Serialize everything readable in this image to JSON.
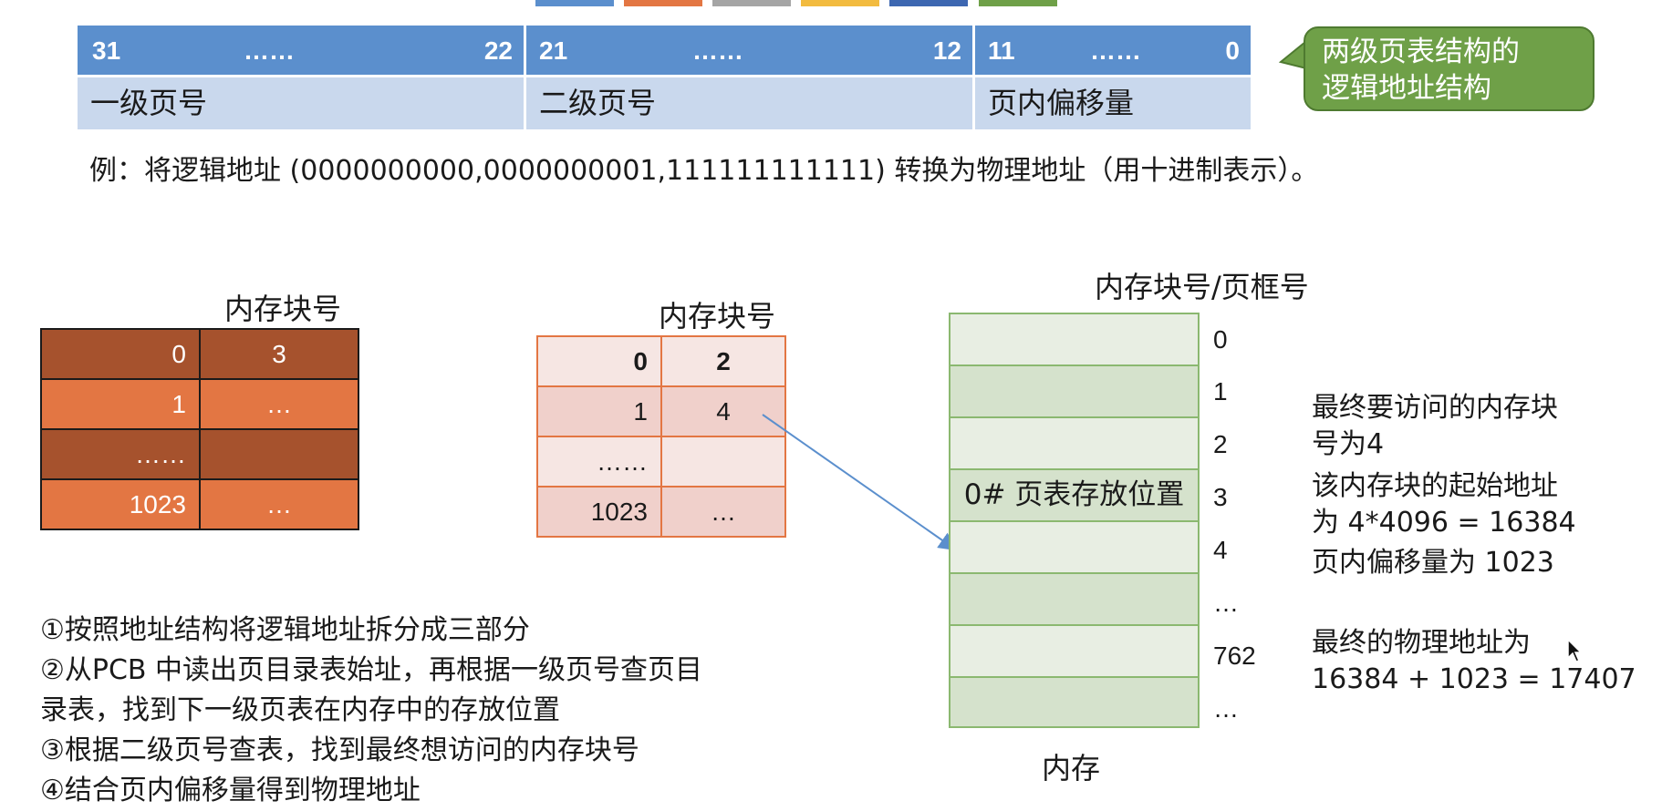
{
  "palette": [
    "#5b8fcd",
    "#e37643",
    "#a5a5a5",
    "#f2bb3f",
    "#3d67b1",
    "#6fa048"
  ],
  "address_structure": {
    "fields": [
      {
        "hi": "31",
        "dots": "……",
        "lo": "22",
        "label": "一级页号"
      },
      {
        "hi": "21",
        "dots": "……",
        "lo": "12",
        "label": "二级页号"
      },
      {
        "hi": "11",
        "dots": "……",
        "lo": "0",
        "label": "页内偏移量"
      }
    ],
    "callout": [
      "两级页表结构的",
      "逻辑地址结构"
    ]
  },
  "example": "例：将逻辑地址 (0000000000,0000000001,111111111111) 转换为物理地址（用十进制表示）。",
  "page_directory": {
    "title": "内存块号",
    "rows": [
      [
        "0",
        "3"
      ],
      [
        "1",
        "…"
      ],
      [
        "……",
        ""
      ],
      [
        "1023",
        "…"
      ]
    ]
  },
  "page_table": {
    "title": "内存块号",
    "rows": [
      [
        "0",
        "2"
      ],
      [
        "1",
        "4"
      ],
      [
        "……",
        ""
      ],
      [
        "1023",
        "…"
      ]
    ]
  },
  "memory": {
    "title": "内存块号/页框号",
    "caption": "内存",
    "blocks": [
      {
        "number": "0",
        "content": ""
      },
      {
        "number": "1",
        "content": ""
      },
      {
        "number": "2",
        "content": ""
      },
      {
        "number": "3",
        "content": "0# 页表存放位置"
      },
      {
        "number": "4",
        "content": ""
      },
      {
        "number": "…",
        "content": ""
      },
      {
        "number": "762",
        "content": ""
      },
      {
        "number": "…",
        "content": ""
      }
    ]
  },
  "steps": [
    "①按照地址结构将逻辑地址拆分成三部分",
    "②从PCB 中读出页目录表始址，再根据一级页号查页目",
    "录表，找到下一级页表在内存中的存放位置",
    "③根据二级页号查表，找到最终想访问的内存块号",
    "④结合页内偏移量得到物理地址"
  ],
  "calculation": {
    "target_block": [
      "最终要访问的内存块",
      "号为4"
    ],
    "start_address": [
      "该内存块的起始地址",
      "为 4*4096 = 16384"
    ],
    "offset": "页内偏移量为 1023",
    "physical_address": [
      "最终的物理地址为",
      "16384 + 1023 = 17407"
    ]
  }
}
